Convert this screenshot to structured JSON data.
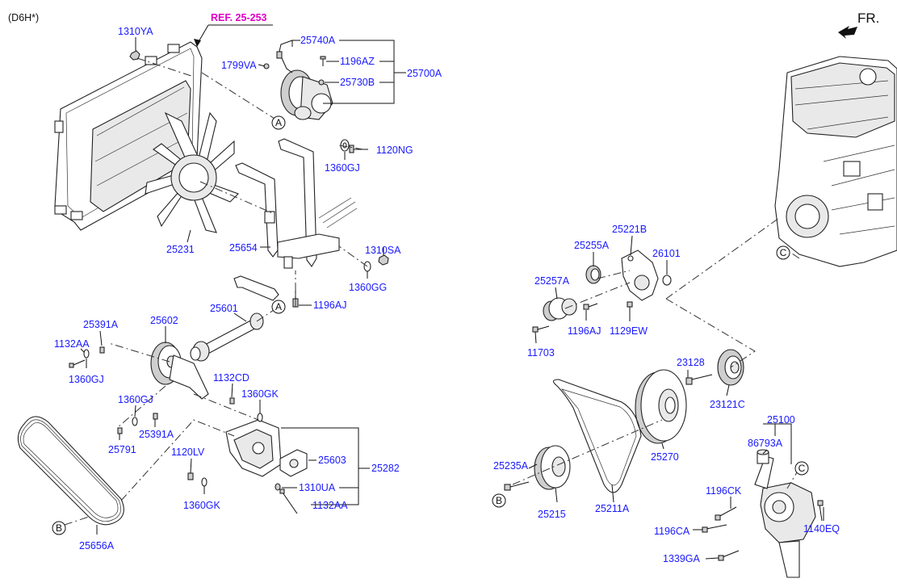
{
  "header": {
    "engine_code": "(D6H*)",
    "ref": "REF. 25-253",
    "direction": "FR."
  },
  "parts": {
    "p1310YA": "1310YA",
    "p25740A": "25740A",
    "p1799VA": "1799VA",
    "p1196AZ": "1196AZ",
    "p25700A": "25700A",
    "p25730B": "25730B",
    "p1120NG": "1120NG",
    "p1360GJ_a": "1360GJ",
    "p25231": "25231",
    "p25654": "25654",
    "p1310SA": "1310SA",
    "p1360GG": "1360GG",
    "p1196AJ_a": "1196AJ",
    "p25601": "25601",
    "p25602": "25602",
    "p25391A_a": "25391A",
    "p1132AA_a": "1132AA",
    "p1360GJ_b": "1360GJ",
    "p1132CD": "1132CD",
    "p1360GK_a": "1360GK",
    "p1360GJ_c": "1360GJ",
    "p25391A_b": "25391A",
    "p25791": "25791",
    "p1120LV": "1120LV",
    "p25603": "25603",
    "p25282": "25282",
    "p1310UA": "1310UA",
    "p1360GK_b": "1360GK",
    "p1132AA_b": "1132AA",
    "p25656A": "25656A",
    "p25221B": "25221B",
    "p25255A": "25255A",
    "p26101": "26101",
    "p25257A": "25257A",
    "p1196AJ_b": "1196AJ",
    "p1129EW": "1129EW",
    "p11703": "11703",
    "p23128": "23128",
    "p23121C": "23121C",
    "p25100": "25100",
    "p86793A": "86793A",
    "p25235A": "25235A",
    "p25270": "25270",
    "p25215": "25215",
    "p25211A": "25211A",
    "p1196CK": "1196CK",
    "p1196CA": "1196CA",
    "p1140EQ": "1140EQ",
    "p1339GA": "1339GA"
  },
  "callouts": {
    "a1": "A",
    "a2": "A",
    "b": "B",
    "b2": "B",
    "c1": "C",
    "c2": "C"
  },
  "colors": {
    "label": "#1a1aff",
    "ref": "#e000c8",
    "line": "#111111"
  }
}
